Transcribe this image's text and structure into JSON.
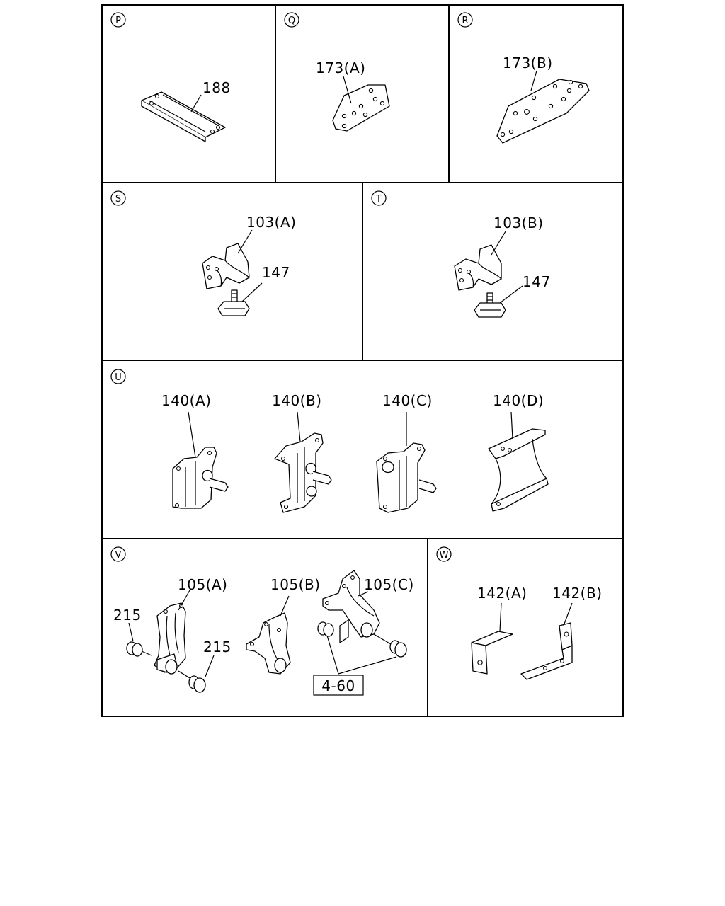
{
  "panels": {
    "P": {
      "letter": "P",
      "labels": [
        "188"
      ]
    },
    "Q": {
      "letter": "Q",
      "labels": [
        "173(A)"
      ]
    },
    "R": {
      "letter": "R",
      "labels": [
        "173(B)"
      ]
    },
    "S": {
      "letter": "S",
      "labels": [
        "103(A)",
        "147"
      ]
    },
    "T": {
      "letter": "T",
      "labels": [
        "103(B)",
        "147"
      ]
    },
    "U": {
      "letter": "U",
      "labels": [
        "140(A)",
        "140(B)",
        "140(C)",
        "140(D)"
      ]
    },
    "V": {
      "letter": "V",
      "labels": [
        "105(A)",
        "215",
        "215",
        "105(B)",
        "105(C)",
        "4-60"
      ]
    },
    "W": {
      "letter": "W",
      "labels": [
        "142(A)",
        "142(B)"
      ]
    }
  }
}
